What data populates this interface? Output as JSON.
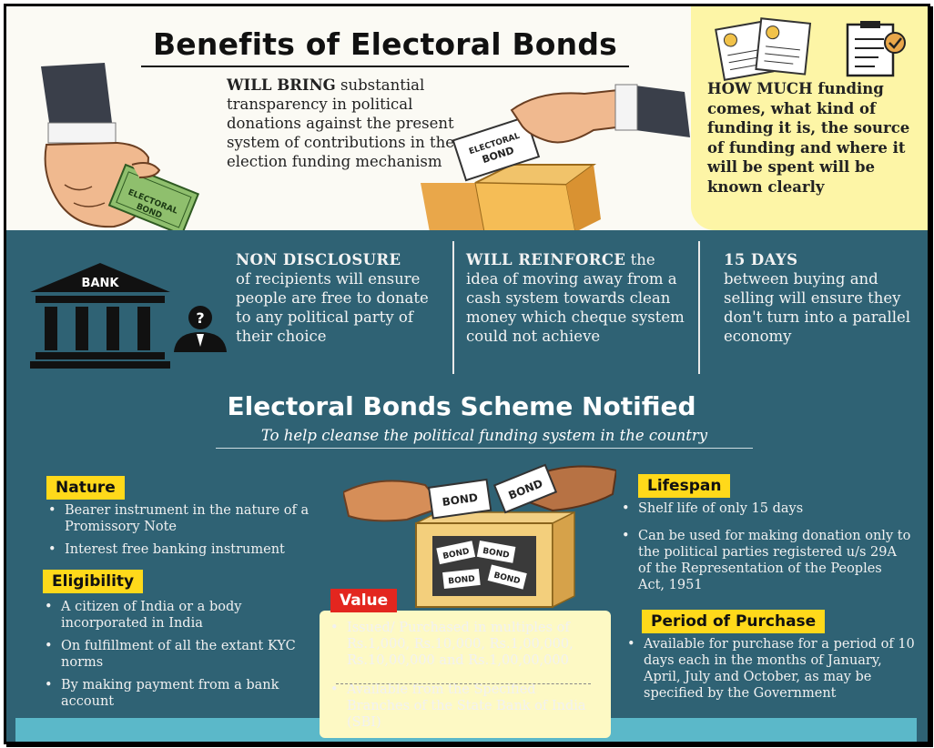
{
  "header": {
    "title": "Benefits of Electoral Bonds"
  },
  "intro": {
    "lead": "WILL BRING",
    "text": " substantial transparency in political donations against the present system of contributions in the election funding mechanism"
  },
  "how_much": {
    "lead": "HOW MUCH",
    "text": " funding comes, what kind of funding it is, the source of funding and where it will be spent will be known clearly"
  },
  "illustrations": {
    "bond_text": "ELECTORAL BOND",
    "bond_small": "BOND",
    "bank_text": "BANK",
    "question_mark": "?"
  },
  "band": {
    "col1": {
      "lead": "NON DISCLOSURE",
      "text": "of recipients will ensure people are free to donate to any political party of their choice"
    },
    "col2": {
      "lead": "WILL REINFORCE",
      "text": " the idea of moving away from a cash system towards clean money which cheque system could not achieve"
    },
    "col3": {
      "lead": "15 DAYS",
      "text": "between buying and selling will ensure they don't turn into a parallel economy"
    }
  },
  "scheme": {
    "title": "Electoral Bonds Scheme Notified",
    "subtitle": "To help cleanse the political funding system in the country"
  },
  "nature": {
    "label": "Nature",
    "items": [
      "Bearer instrument in the nature of a Promissory Note",
      "Interest free banking instrument"
    ]
  },
  "eligibility": {
    "label": "Eligibility",
    "items": [
      "A citizen of India or a body incorporated in India",
      "On fulfillment of all the extant KYC norms",
      "By making payment from a bank account"
    ]
  },
  "value": {
    "label": "Value",
    "items": [
      "Issued/ Purchased in multiples of Rs.1,000, Rs.10,000, Rs.1,00,000, Rs.10,00,000 and Rs.1,00,00,000",
      "Available from the Specified Branches of the State Bank of India (SBI)"
    ]
  },
  "lifespan": {
    "label": "Lifespan",
    "items": [
      "Shelf life of only 15 days",
      "Can be used for making donation only to the political parties registered u/s 29A of the Representation of the Peoples Act, 1951"
    ]
  },
  "period": {
    "label": "Period of Purchase",
    "items": [
      "Available for purchase for a period of 10 days each in the months of January, April, July and October, as may be specified by the Government"
    ]
  },
  "colors": {
    "teal": "#2f6274",
    "yellow_label": "#ffd91a",
    "red_label": "#e3261f",
    "pale_yellow": "#fdf5a6"
  }
}
